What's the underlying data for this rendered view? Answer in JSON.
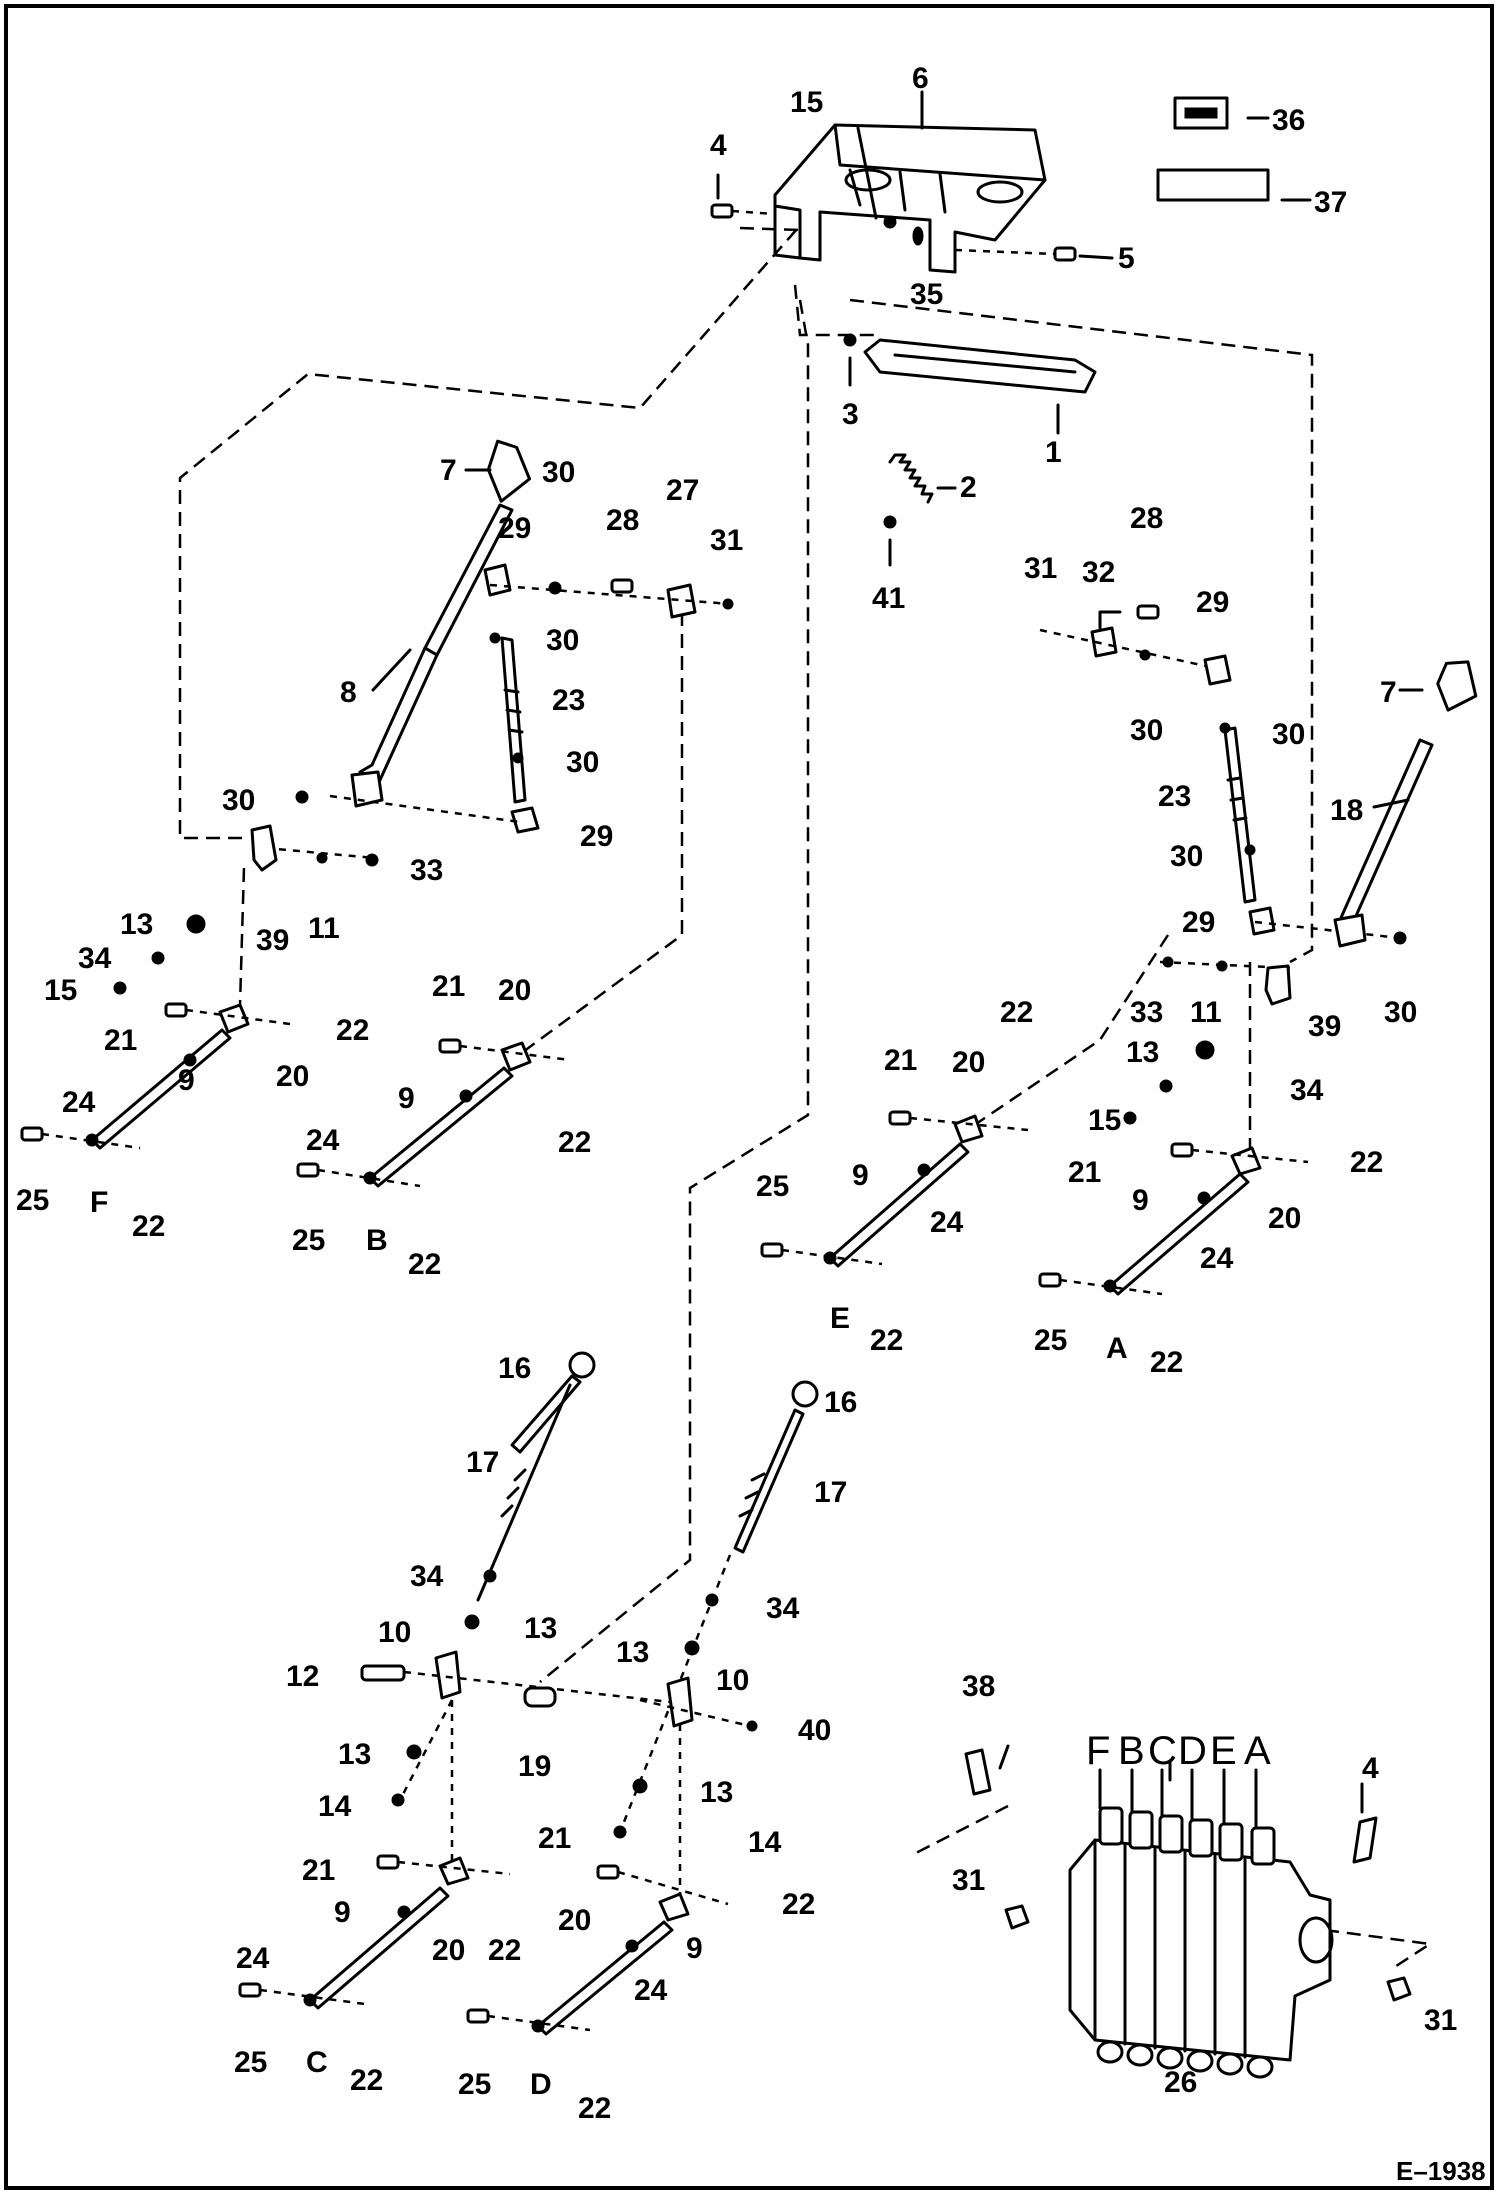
{
  "figure_ref": "E–1938",
  "valve_sections": [
    "F",
    "B",
    "C",
    "D",
    "E",
    "A"
  ],
  "callouts": [
    {
      "id": "c1",
      "text": "1"
    },
    {
      "id": "c2",
      "text": "2"
    },
    {
      "id": "c3",
      "text": "3"
    },
    {
      "id": "c4a",
      "text": "4"
    },
    {
      "id": "c4b",
      "text": "4"
    },
    {
      "id": "c5",
      "text": "5"
    },
    {
      "id": "c6",
      "text": "6"
    },
    {
      "id": "c7a",
      "text": "7"
    },
    {
      "id": "c7b",
      "text": "7"
    },
    {
      "id": "c8",
      "text": "8"
    },
    {
      "id": "c9a",
      "text": "9"
    },
    {
      "id": "c9b",
      "text": "9"
    },
    {
      "id": "c9c",
      "text": "9"
    },
    {
      "id": "c9d",
      "text": "9"
    },
    {
      "id": "c9e",
      "text": "9"
    },
    {
      "id": "c9f",
      "text": "9"
    },
    {
      "id": "c10a",
      "text": "10"
    },
    {
      "id": "c10b",
      "text": "10"
    },
    {
      "id": "c11a",
      "text": "11"
    },
    {
      "id": "c11b",
      "text": "11"
    },
    {
      "id": "c12",
      "text": "12"
    },
    {
      "id": "c13a",
      "text": "13"
    },
    {
      "id": "c13b",
      "text": "13"
    },
    {
      "id": "c13c",
      "text": "13"
    },
    {
      "id": "c13d",
      "text": "13"
    },
    {
      "id": "c13e",
      "text": "13"
    },
    {
      "id": "c13f",
      "text": "13"
    },
    {
      "id": "c14a",
      "text": "14"
    },
    {
      "id": "c14b",
      "text": "14"
    },
    {
      "id": "c15a",
      "text": "15"
    },
    {
      "id": "c15b",
      "text": "15"
    },
    {
      "id": "c15c",
      "text": "15"
    },
    {
      "id": "c16a",
      "text": "16"
    },
    {
      "id": "c16b",
      "text": "16"
    },
    {
      "id": "c17a",
      "text": "17"
    },
    {
      "id": "c17b",
      "text": "17"
    },
    {
      "id": "c18",
      "text": "18"
    },
    {
      "id": "c19",
      "text": "19"
    },
    {
      "id": "c20a",
      "text": "20"
    },
    {
      "id": "c20b",
      "text": "20"
    },
    {
      "id": "c20c",
      "text": "20"
    },
    {
      "id": "c20d",
      "text": "20"
    },
    {
      "id": "c20e",
      "text": "20"
    },
    {
      "id": "c20f",
      "text": "20"
    },
    {
      "id": "c21a",
      "text": "21"
    },
    {
      "id": "c21b",
      "text": "21"
    },
    {
      "id": "c21c",
      "text": "21"
    },
    {
      "id": "c21d",
      "text": "21"
    },
    {
      "id": "c21e",
      "text": "21"
    },
    {
      "id": "c21f",
      "text": "21"
    },
    {
      "id": "c22a",
      "text": "22"
    },
    {
      "id": "c22b",
      "text": "22"
    },
    {
      "id": "c22c",
      "text": "22"
    },
    {
      "id": "c22d",
      "text": "22"
    },
    {
      "id": "c22e",
      "text": "22"
    },
    {
      "id": "c22f",
      "text": "22"
    },
    {
      "id": "c22g",
      "text": "22"
    },
    {
      "id": "c22h",
      "text": "22"
    },
    {
      "id": "c22i",
      "text": "22"
    },
    {
      "id": "c22j",
      "text": "22"
    },
    {
      "id": "c22k",
      "text": "22"
    },
    {
      "id": "c22l",
      "text": "22"
    },
    {
      "id": "c23a",
      "text": "23"
    },
    {
      "id": "c23b",
      "text": "23"
    },
    {
      "id": "c24a",
      "text": "24"
    },
    {
      "id": "c24b",
      "text": "24"
    },
    {
      "id": "c24c",
      "text": "24"
    },
    {
      "id": "c24d",
      "text": "24"
    },
    {
      "id": "c24e",
      "text": "24"
    },
    {
      "id": "c24f",
      "text": "24"
    },
    {
      "id": "c25a",
      "text": "25"
    },
    {
      "id": "c25b",
      "text": "25"
    },
    {
      "id": "c25c",
      "text": "25"
    },
    {
      "id": "c25d",
      "text": "25"
    },
    {
      "id": "c25e",
      "text": "25"
    },
    {
      "id": "c25f",
      "text": "25"
    },
    {
      "id": "c26",
      "text": "26"
    },
    {
      "id": "c27",
      "text": "27"
    },
    {
      "id": "c28a",
      "text": "28"
    },
    {
      "id": "c28b",
      "text": "28"
    },
    {
      "id": "c29a",
      "text": "29"
    },
    {
      "id": "c29b",
      "text": "29"
    },
    {
      "id": "c29c",
      "text": "29"
    },
    {
      "id": "c29d",
      "text": "29"
    },
    {
      "id": "c30a",
      "text": "30"
    },
    {
      "id": "c30b",
      "text": "30"
    },
    {
      "id": "c30c",
      "text": "30"
    },
    {
      "id": "c30d",
      "text": "30"
    },
    {
      "id": "c30e",
      "text": "30"
    },
    {
      "id": "c30f",
      "text": "30"
    },
    {
      "id": "c30g",
      "text": "30"
    },
    {
      "id": "c30h",
      "text": "30"
    },
    {
      "id": "c31a",
      "text": "31"
    },
    {
      "id": "c31b",
      "text": "31"
    },
    {
      "id": "c31c",
      "text": "31"
    },
    {
      "id": "c31d",
      "text": "31"
    },
    {
      "id": "c32",
      "text": "32"
    },
    {
      "id": "c33a",
      "text": "33"
    },
    {
      "id": "c33b",
      "text": "33"
    },
    {
      "id": "c34a",
      "text": "34"
    },
    {
      "id": "c34b",
      "text": "34"
    },
    {
      "id": "c34c",
      "text": "34"
    },
    {
      "id": "c34d",
      "text": "34"
    },
    {
      "id": "c35",
      "text": "35"
    },
    {
      "id": "c36",
      "text": "36"
    },
    {
      "id": "c37",
      "text": "37"
    },
    {
      "id": "c38",
      "text": "38"
    },
    {
      "id": "c39a",
      "text": "39"
    },
    {
      "id": "c39b",
      "text": "39"
    },
    {
      "id": "c40",
      "text": "40"
    },
    {
      "id": "c41",
      "text": "41"
    },
    {
      "id": "lF1",
      "text": "F"
    },
    {
      "id": "lB1",
      "text": "B"
    },
    {
      "id": "lE1",
      "text": "E"
    },
    {
      "id": "lA1",
      "text": "A"
    },
    {
      "id": "lC1",
      "text": "C"
    },
    {
      "id": "lD1",
      "text": "D"
    }
  ]
}
